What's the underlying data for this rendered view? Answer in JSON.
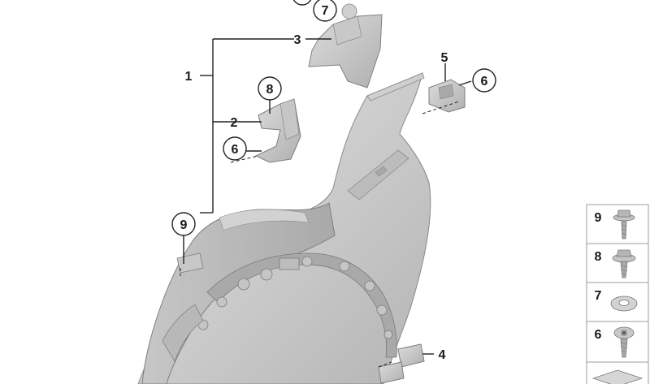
{
  "diagram": {
    "callouts": {
      "c1": "1",
      "c2": "2",
      "c3": "3",
      "c4": "4",
      "c5": "5",
      "c6a": "6",
      "c6b": "6",
      "c7": "7",
      "c8": "8",
      "c9": "9"
    },
    "legend_panel": [
      {
        "number": "9",
        "icon": "flange-bolt-icon"
      },
      {
        "number": "8",
        "icon": "flange-screw-icon"
      },
      {
        "number": "7",
        "icon": "washer-icon"
      },
      {
        "number": "6",
        "icon": "torx-screw-icon"
      }
    ]
  },
  "colors": {
    "part_light": "#d9d9d9",
    "part_mid": "#bdbdbd",
    "part_dark": "#9a9a9a",
    "outline": "#8a8a8a",
    "line": "#222222",
    "panel_border": "#9e9e9e"
  }
}
